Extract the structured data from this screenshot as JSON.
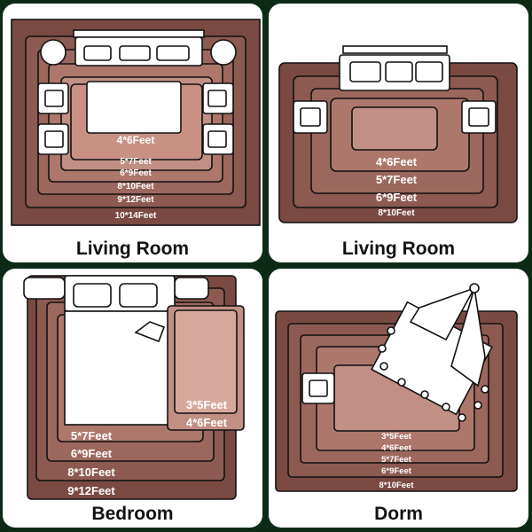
{
  "colors": {
    "background": "#0d2a17",
    "panel": "#ffffff",
    "rug_darkest": "#7a4a42",
    "rug_dark": "#8c5a51",
    "rug_mid": "#9c675d",
    "rug_light": "#ad776c",
    "rug_lighter": "#c28f84",
    "rug_lightest": "#d6a89c",
    "outline": "#111111"
  },
  "panels": [
    {
      "caption": "Living Room",
      "labels": [
        "4*6Feet",
        "5*7Feet",
        "6*9Feet",
        "8*10Feet",
        "9*12Feet",
        "10*14Feet"
      ]
    },
    {
      "caption": "Living Room",
      "labels": [
        "4*6Feet",
        "5*7Feet",
        "6*9Feet",
        "8*10Feet"
      ]
    },
    {
      "caption": "Bedroom",
      "labels": [
        "3*5Feet",
        "4*6Feet",
        "5*7Feet",
        "6*9Feet",
        "8*10Feet",
        "9*12Feet"
      ]
    },
    {
      "caption": "Dorm",
      "labels": [
        "3*5Feet",
        "4*6Feet",
        "5*7Feet",
        "6*9Feet",
        "8*10Feet"
      ]
    }
  ]
}
